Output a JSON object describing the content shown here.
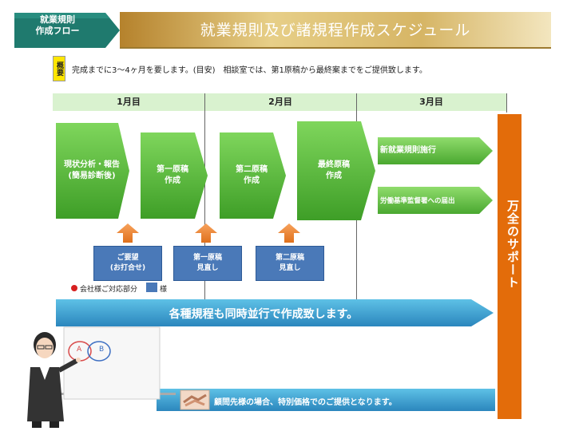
{
  "header": {
    "tag_line1": "就業規則",
    "tag_line2": "作成フロー",
    "title": "就業規則及び諸規程作成スケジュール"
  },
  "summary": {
    "badge": "概要",
    "text": "完成までに3～4ヶ月を要します。(目安)　相談室では、第1原稿から最終案までをご提供致します。"
  },
  "months": [
    "1月目",
    "2月目",
    "3月目"
  ],
  "steps": [
    {
      "line1": "現状分析・報告",
      "line2": "(簡易診断後)"
    },
    {
      "line1": "第一原稿",
      "line2": "作成"
    },
    {
      "line1": "第二原稿",
      "line2": "作成"
    },
    {
      "line1": "最終原稿",
      "line2": "作成"
    }
  ],
  "outcomes": [
    {
      "label": "新就業規則施行"
    },
    {
      "label": "労働基準監督署への届出"
    }
  ],
  "client_tasks": [
    {
      "line1": "ご要望",
      "line2": "(お打合せ)"
    },
    {
      "line1": "第一原稿",
      "line2": "見直し"
    },
    {
      "line1": "第二原稿",
      "line2": "見直し"
    }
  ],
  "legend": {
    "item1": "会社様ご対応部分",
    "item2": "様"
  },
  "parallel_banner": "各種規程も同時並行で作成致します。",
  "support_label": "万全のサポート",
  "advisory": "顧問先様の場合、特別価格でのご提供となります。",
  "illustration": {
    "circle_a": "A",
    "circle_b": "B"
  },
  "colors": {
    "green_step": "#5cbf3f",
    "blue_task": "#4a79b8",
    "orange_support": "#e36c0a",
    "header_teal": "#1f7a6e",
    "banner_blue": "#2f93c7"
  }
}
